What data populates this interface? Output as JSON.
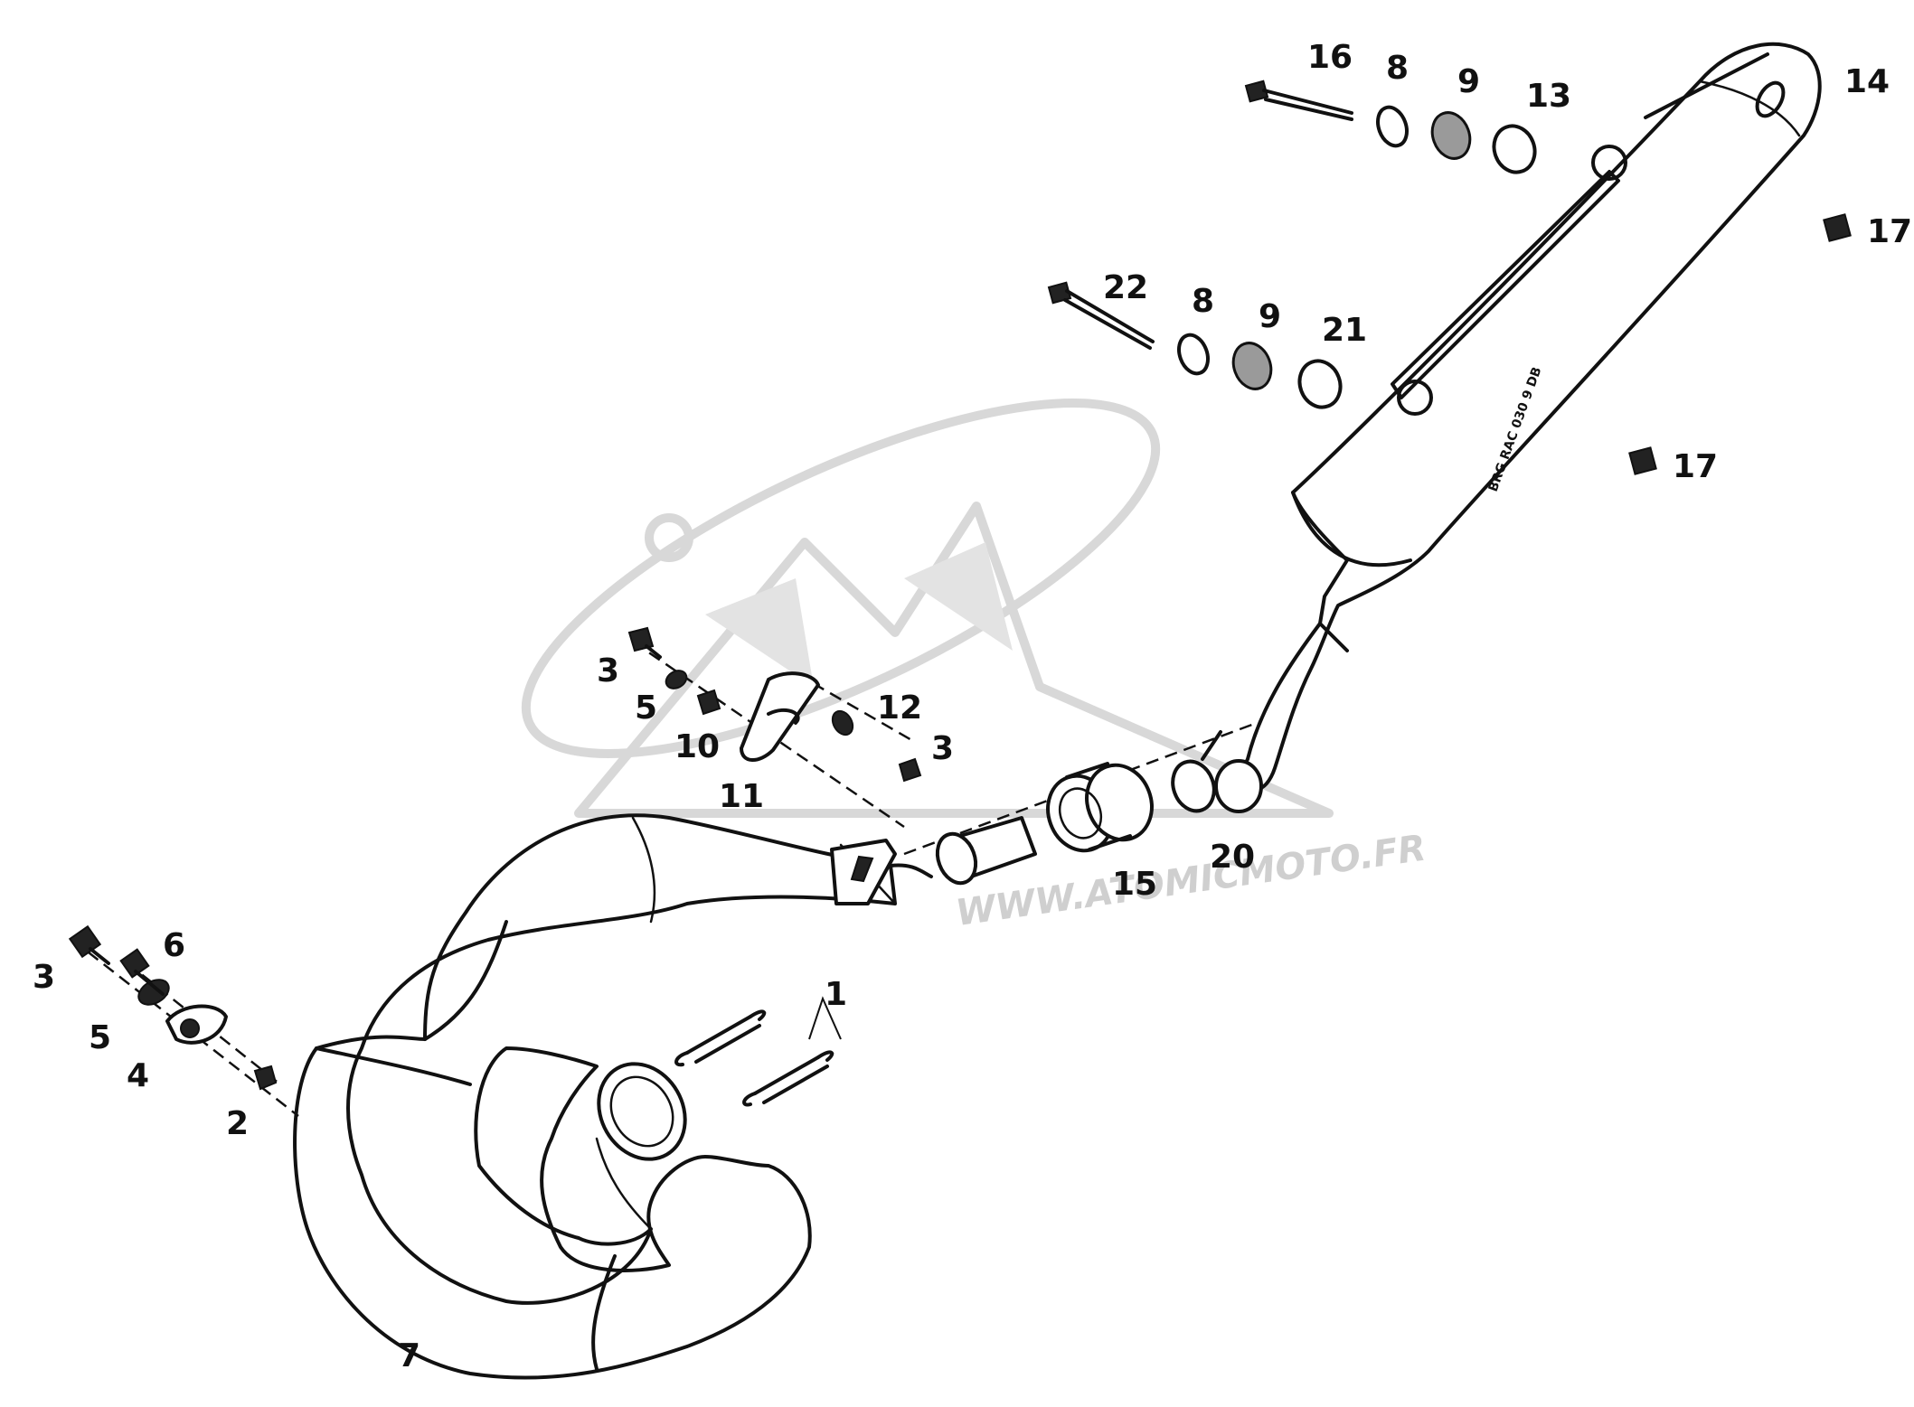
{
  "diagram": {
    "watermark_text": "WWW.ATOMICMOTO.FR",
    "muffler_marking": "BRG RAC 030 9 DB",
    "callouts": [
      {
        "id": "c1",
        "text": "1"
      },
      {
        "id": "c2",
        "text": "2"
      },
      {
        "id": "c3a",
        "text": "3"
      },
      {
        "id": "c3b",
        "text": "3"
      },
      {
        "id": "c3c",
        "text": "3"
      },
      {
        "id": "c4",
        "text": "4"
      },
      {
        "id": "c5a",
        "text": "5"
      },
      {
        "id": "c5b",
        "text": "5"
      },
      {
        "id": "c6",
        "text": "6"
      },
      {
        "id": "c7",
        "text": "7"
      },
      {
        "id": "c8a",
        "text": "8"
      },
      {
        "id": "c8b",
        "text": "8"
      },
      {
        "id": "c9a",
        "text": "9"
      },
      {
        "id": "c9b",
        "text": "9"
      },
      {
        "id": "c10",
        "text": "10"
      },
      {
        "id": "c11",
        "text": "11"
      },
      {
        "id": "c12",
        "text": "12"
      },
      {
        "id": "c13",
        "text": "13"
      },
      {
        "id": "c14",
        "text": "14"
      },
      {
        "id": "c15",
        "text": "15"
      },
      {
        "id": "c16",
        "text": "16"
      },
      {
        "id": "c17a",
        "text": "17"
      },
      {
        "id": "c17b",
        "text": "17"
      },
      {
        "id": "c20",
        "text": "20"
      },
      {
        "id": "c21",
        "text": "21"
      },
      {
        "id": "c22",
        "text": "22"
      }
    ]
  }
}
